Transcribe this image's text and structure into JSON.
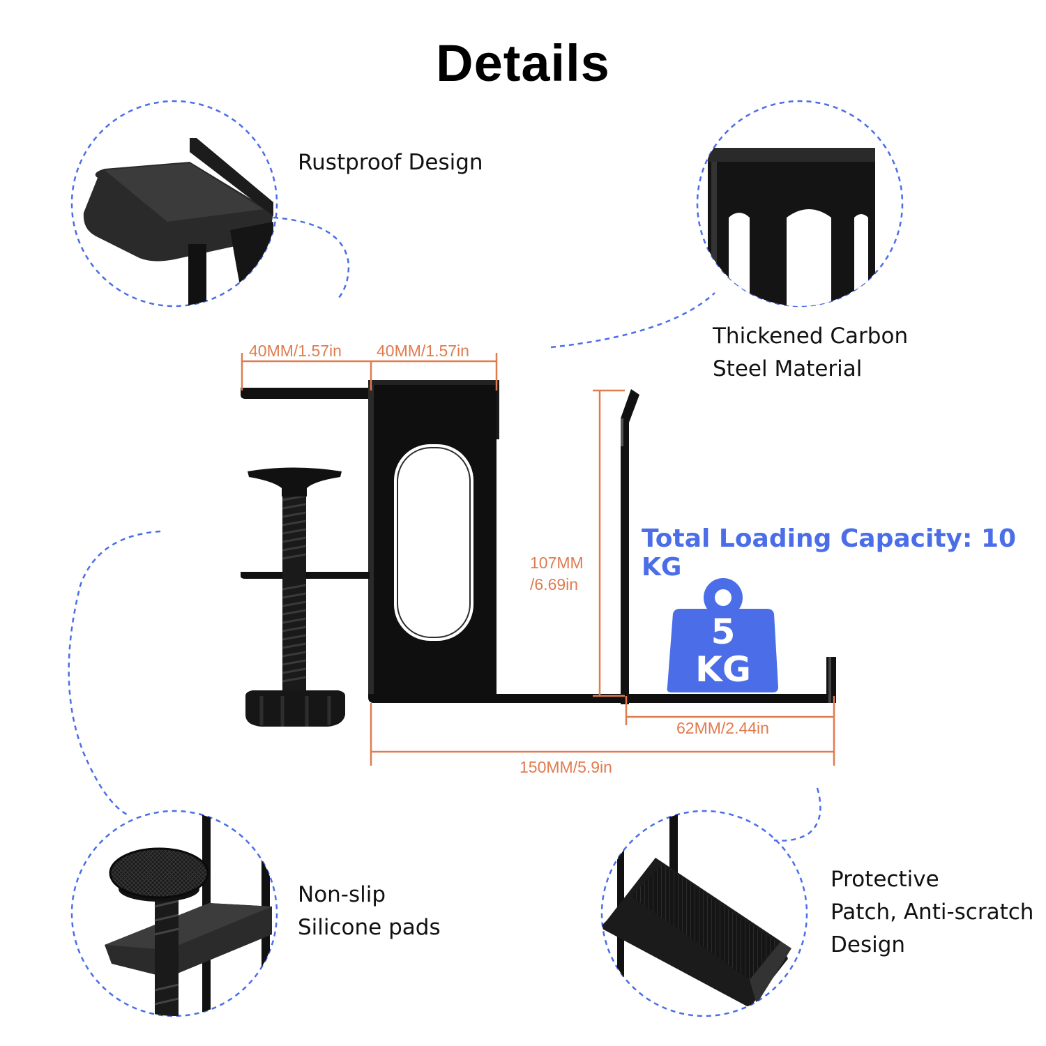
{
  "title": "Details",
  "features": {
    "rustproof": "Rustproof Design",
    "carbon_line1": "Thickened Carbon",
    "carbon_line2": "Steel Material",
    "nonslip_line1": "Non-slip",
    "nonslip_line2": "Silicone pads",
    "protective_line1": "Protective",
    "protective_line2": "Patch, Anti-scratch",
    "protective_line3": "Design"
  },
  "dimensions": {
    "top_left": "40MM/1.57in",
    "top_right": "40MM/1.57in",
    "height_line1": "107MM",
    "height_line2": "/6.69in",
    "hook_width": "62MM/2.44in",
    "total_width": "150MM/5.9in"
  },
  "capacity": "Total Loading Capacity: 10 KG",
  "weight": {
    "value": "5",
    "unit": "KG"
  },
  "colors": {
    "accent": "#4b6ee8",
    "dimension": "#e07b4f",
    "product": "#0d0d0d"
  }
}
